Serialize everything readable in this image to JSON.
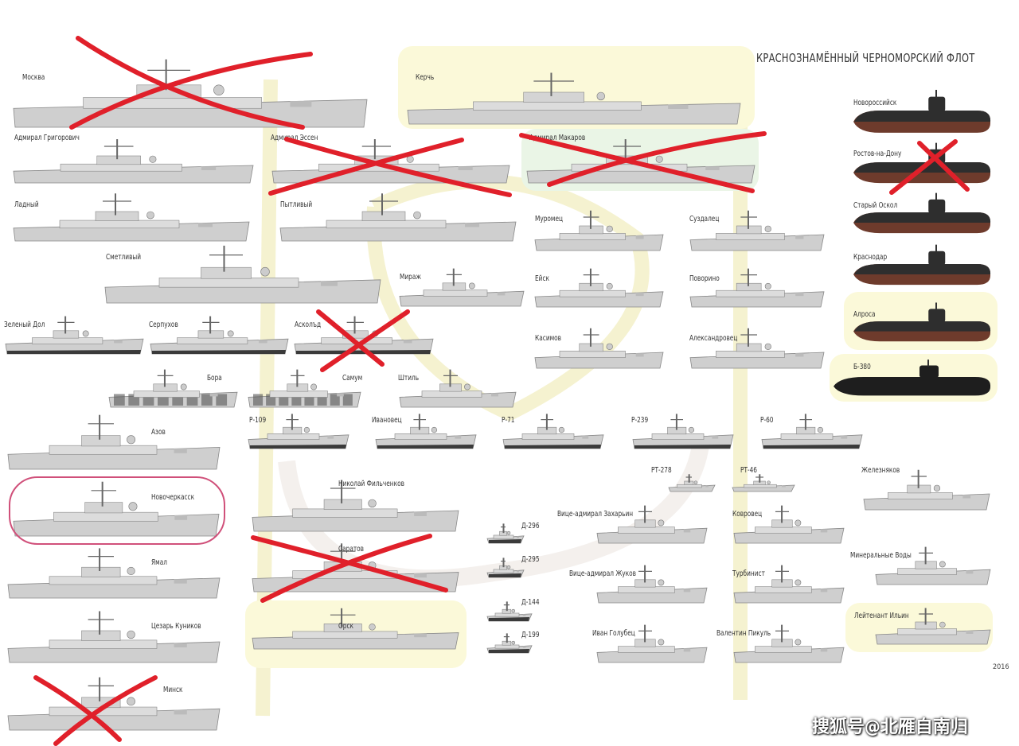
{
  "title": "КРАСНОЗНАМЁННЫЙ ЧЕРНОМОРСКИЙ ФЛОТ",
  "year": "2016",
  "watermark": "搜狐号@北雁自南归",
  "colors": {
    "cross": "#e0202a",
    "circle": "#d0507a",
    "highlight": "#fbf9d9",
    "hull": "#cfcfcf",
    "sub_top": "#2e2e2e",
    "sub_bottom": "#6e3b2c"
  },
  "ships": [
    {
      "name": "Москва",
      "kind": "cruiser",
      "mark": "crossed"
    },
    {
      "name": "Керчь",
      "kind": "cruiser",
      "mark": "highlighted"
    },
    {
      "name": "Адмирал Григорович",
      "kind": "frigate",
      "mark": ""
    },
    {
      "name": "Адмирал Эссен",
      "kind": "frigate",
      "mark": "crossed"
    },
    {
      "name": "Адмирал Макаров",
      "kind": "frigate",
      "mark": "crossed"
    },
    {
      "name": "Ладный",
      "kind": "frigate",
      "mark": ""
    },
    {
      "name": "Пытливый",
      "kind": "frigate",
      "mark": ""
    },
    {
      "name": "Сметливый",
      "kind": "destroyer",
      "mark": ""
    },
    {
      "name": "Мираж",
      "kind": "corvette",
      "mark": ""
    },
    {
      "name": "Муромец",
      "kind": "corvette",
      "mark": ""
    },
    {
      "name": "Суздалец",
      "kind": "corvette",
      "mark": ""
    },
    {
      "name": "Ейск",
      "kind": "corvette",
      "mark": ""
    },
    {
      "name": "Поворино",
      "kind": "corvette",
      "mark": ""
    },
    {
      "name": "Касимов",
      "kind": "corvette",
      "mark": ""
    },
    {
      "name": "Александровец",
      "kind": "corvette",
      "mark": ""
    },
    {
      "name": "Зеленый Дол",
      "kind": "corvette-dark",
      "mark": ""
    },
    {
      "name": "Серпухов",
      "kind": "corvette-dark",
      "mark": ""
    },
    {
      "name": "Асколъд",
      "kind": "corvette-dark",
      "mark": "crossed"
    },
    {
      "name": "Бора",
      "kind": "hovercraft",
      "mark": ""
    },
    {
      "name": "Самум",
      "kind": "hovercraft",
      "mark": ""
    },
    {
      "name": "Штиль",
      "kind": "corvette",
      "mark": ""
    },
    {
      "name": "Р-109",
      "kind": "missile-boat",
      "mark": ""
    },
    {
      "name": "Ивановец",
      "kind": "missile-boat",
      "mark": ""
    },
    {
      "name": "Р-71",
      "kind": "missile-boat",
      "mark": ""
    },
    {
      "name": "Р-239",
      "kind": "missile-boat",
      "mark": ""
    },
    {
      "name": "Р-60",
      "kind": "missile-boat",
      "mark": ""
    },
    {
      "name": "Азов",
      "kind": "landing-ship",
      "mark": ""
    },
    {
      "name": "Новочеркасск",
      "kind": "landing-ship",
      "mark": "circled"
    },
    {
      "name": "Ямал",
      "kind": "landing-ship",
      "mark": ""
    },
    {
      "name": "Цезарь Куников",
      "kind": "landing-ship",
      "mark": ""
    },
    {
      "name": "Минск",
      "kind": "landing-ship",
      "mark": "crossed"
    },
    {
      "name": "Николай Фильченков",
      "kind": "landing-ship",
      "mark": ""
    },
    {
      "name": "Саратов",
      "kind": "landing-ship",
      "mark": "crossed"
    },
    {
      "name": "Орск",
      "kind": "landing-ship",
      "mark": "highlighted"
    },
    {
      "name": "Д-296",
      "kind": "landing-craft",
      "mark": ""
    },
    {
      "name": "Д-295",
      "kind": "landing-craft",
      "mark": ""
    },
    {
      "name": "Д-144",
      "kind": "landing-craft",
      "mark": ""
    },
    {
      "name": "Д-199",
      "kind": "landing-craft",
      "mark": ""
    },
    {
      "name": "РТ-278",
      "kind": "minesweeper",
      "mark": ""
    },
    {
      "name": "РТ-46",
      "kind": "minesweeper",
      "mark": ""
    },
    {
      "name": "Вице-адмирал Захарьин",
      "kind": "minesweeper",
      "mark": ""
    },
    {
      "name": "Ковровец",
      "kind": "minesweeper",
      "mark": ""
    },
    {
      "name": "Вице-адмирал Жуков",
      "kind": "minesweeper",
      "mark": ""
    },
    {
      "name": "Турбинист",
      "kind": "minesweeper",
      "mark": ""
    },
    {
      "name": "Иван Голубец",
      "kind": "minesweeper",
      "mark": ""
    },
    {
      "name": "Валентин Пикуль",
      "kind": "minesweeper",
      "mark": ""
    },
    {
      "name": "Железняков",
      "kind": "minesweeper",
      "mark": ""
    },
    {
      "name": "Минеральные Воды",
      "kind": "minesweeper",
      "mark": ""
    },
    {
      "name": "Лейтенант Ильин",
      "kind": "minesweeper",
      "mark": "highlighted"
    },
    {
      "name": "Новороссийск",
      "kind": "submarine",
      "mark": ""
    },
    {
      "name": "Ростов-на-Дону",
      "kind": "submarine",
      "mark": "crossed"
    },
    {
      "name": "Старый Оскол",
      "kind": "submarine",
      "mark": ""
    },
    {
      "name": "Краснодар",
      "kind": "submarine",
      "mark": ""
    },
    {
      "name": "Алроса",
      "kind": "submarine",
      "mark": "highlighted"
    },
    {
      "name": "Б-380",
      "kind": "submarine-black",
      "mark": "highlighted"
    }
  ]
}
